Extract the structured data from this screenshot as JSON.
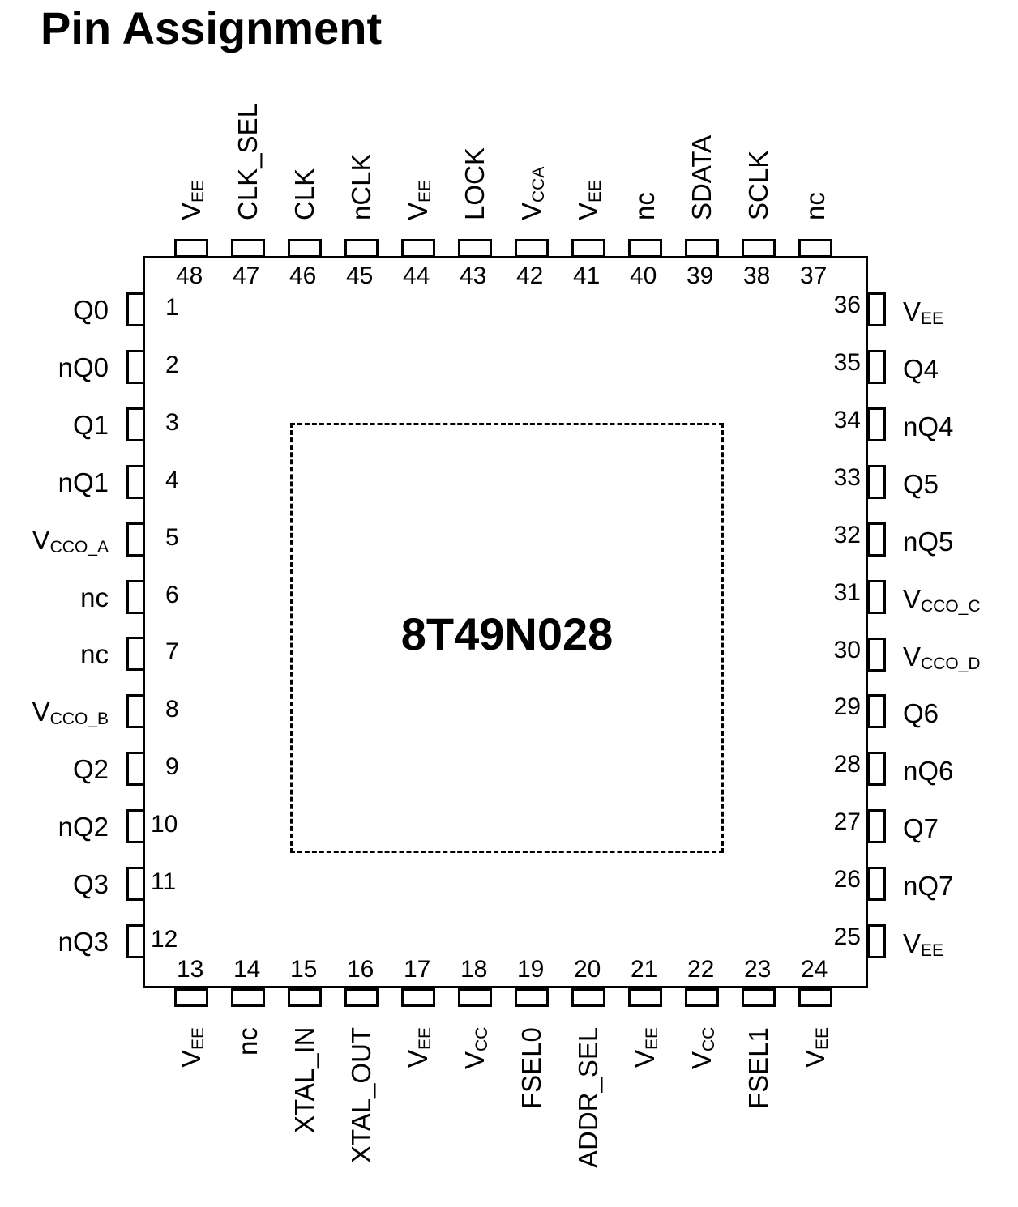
{
  "title": "Pin Assignment",
  "part_number": "8T49N028",
  "package": {
    "pins_per_side": 12,
    "total_pins": 48,
    "exposed_pad": true
  },
  "pins": {
    "left": [
      {
        "num": "1",
        "name": "Q0",
        "sub": ""
      },
      {
        "num": "2",
        "name": "nQ0",
        "sub": ""
      },
      {
        "num": "3",
        "name": "Q1",
        "sub": ""
      },
      {
        "num": "4",
        "name": "nQ1",
        "sub": ""
      },
      {
        "num": "5",
        "name": "V",
        "sub": "CCO_A"
      },
      {
        "num": "6",
        "name": "nc",
        "sub": ""
      },
      {
        "num": "7",
        "name": "nc",
        "sub": ""
      },
      {
        "num": "8",
        "name": "V",
        "sub": "CCO_B"
      },
      {
        "num": "9",
        "name": "Q2",
        "sub": ""
      },
      {
        "num": "10",
        "name": "nQ2",
        "sub": ""
      },
      {
        "num": "11",
        "name": "Q3",
        "sub": ""
      },
      {
        "num": "12",
        "name": "nQ3",
        "sub": ""
      }
    ],
    "bottom": [
      {
        "num": "13",
        "name": "V",
        "sub": "EE"
      },
      {
        "num": "14",
        "name": "nc",
        "sub": ""
      },
      {
        "num": "15",
        "name": "XTAL_IN",
        "sub": ""
      },
      {
        "num": "16",
        "name": "XTAL_OUT",
        "sub": ""
      },
      {
        "num": "17",
        "name": "V",
        "sub": "EE"
      },
      {
        "num": "18",
        "name": "V",
        "sub": "CC"
      },
      {
        "num": "19",
        "name": "FSEL0",
        "sub": ""
      },
      {
        "num": "20",
        "name": "ADDR_SEL",
        "sub": ""
      },
      {
        "num": "21",
        "name": "V",
        "sub": "EE"
      },
      {
        "num": "22",
        "name": "V",
        "sub": "CC"
      },
      {
        "num": "23",
        "name": "FSEL1",
        "sub": ""
      },
      {
        "num": "24",
        "name": "V",
        "sub": "EE"
      }
    ],
    "right": [
      {
        "num": "25",
        "name": "V",
        "sub": "EE"
      },
      {
        "num": "26",
        "name": "nQ7",
        "sub": ""
      },
      {
        "num": "27",
        "name": "Q7",
        "sub": ""
      },
      {
        "num": "28",
        "name": "nQ6",
        "sub": ""
      },
      {
        "num": "29",
        "name": "Q6",
        "sub": ""
      },
      {
        "num": "30",
        "name": "V",
        "sub": "CCO_D"
      },
      {
        "num": "31",
        "name": "V",
        "sub": "CCO_C"
      },
      {
        "num": "32",
        "name": "nQ5",
        "sub": ""
      },
      {
        "num": "33",
        "name": "Q5",
        "sub": ""
      },
      {
        "num": "34",
        "name": "nQ4",
        "sub": ""
      },
      {
        "num": "35",
        "name": "Q4",
        "sub": ""
      },
      {
        "num": "36",
        "name": "V",
        "sub": "EE"
      }
    ],
    "top": [
      {
        "num": "37",
        "name": "nc",
        "sub": ""
      },
      {
        "num": "38",
        "name": "SCLK",
        "sub": ""
      },
      {
        "num": "39",
        "name": "SDATA",
        "sub": ""
      },
      {
        "num": "40",
        "name": "nc",
        "sub": ""
      },
      {
        "num": "41",
        "name": "V",
        "sub": "EE"
      },
      {
        "num": "42",
        "name": "V",
        "sub": "CCA"
      },
      {
        "num": "43",
        "name": "LOCK",
        "sub": ""
      },
      {
        "num": "44",
        "name": "V",
        "sub": "EE"
      },
      {
        "num": "45",
        "name": "nCLK",
        "sub": ""
      },
      {
        "num": "46",
        "name": "CLK",
        "sub": ""
      },
      {
        "num": "47",
        "name": "CLK_SEL",
        "sub": ""
      },
      {
        "num": "48",
        "name": "V",
        "sub": "EE"
      }
    ]
  }
}
